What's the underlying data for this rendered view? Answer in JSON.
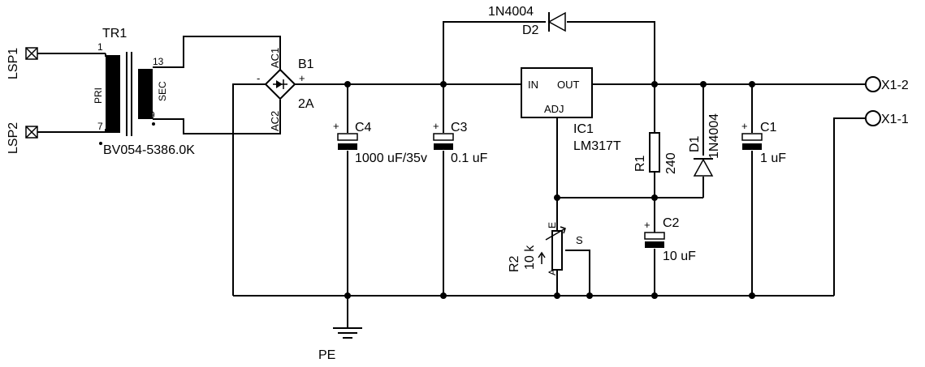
{
  "connectors": {
    "lsp1": "LSP1",
    "lsp2": "LSP2",
    "x1_2": "X1-2",
    "x1_1": "X1-1"
  },
  "transformer": {
    "ref": "TR1",
    "part": "BV054-5386.0K",
    "pri": "PRI",
    "sec": "SEC",
    "pin1": "1",
    "pin7": "7",
    "pin13": "13",
    "pin9": "9"
  },
  "bridge": {
    "ref": "B1",
    "rating": "2A",
    "ac1": "AC1",
    "ac2": "AC2",
    "minus": "-",
    "plus": "+"
  },
  "regulator": {
    "ref": "IC1",
    "part": "LM317T",
    "in": "IN",
    "out": "OUT",
    "adj": "ADJ"
  },
  "diode_d2": {
    "ref": "D2",
    "part": "1N4004"
  },
  "diode_d1": {
    "ref": "D1",
    "part": "1N4004"
  },
  "cap_c4": {
    "ref": "C4",
    "value": "1000 uF/35v"
  },
  "cap_c3": {
    "ref": "C3",
    "value": "0.1 uF"
  },
  "cap_c2": {
    "ref": "C2",
    "value": "10 uF"
  },
  "cap_c1": {
    "ref": "C1",
    "value": "1 uF"
  },
  "res_r1": {
    "ref": "R1",
    "value": "240"
  },
  "pot_r2": {
    "ref": "R2",
    "value": "10 k",
    "pin_e": "E",
    "pin_s": "S",
    "pin_a": "A"
  },
  "ground": {
    "label": "PE"
  },
  "polarity": "+"
}
